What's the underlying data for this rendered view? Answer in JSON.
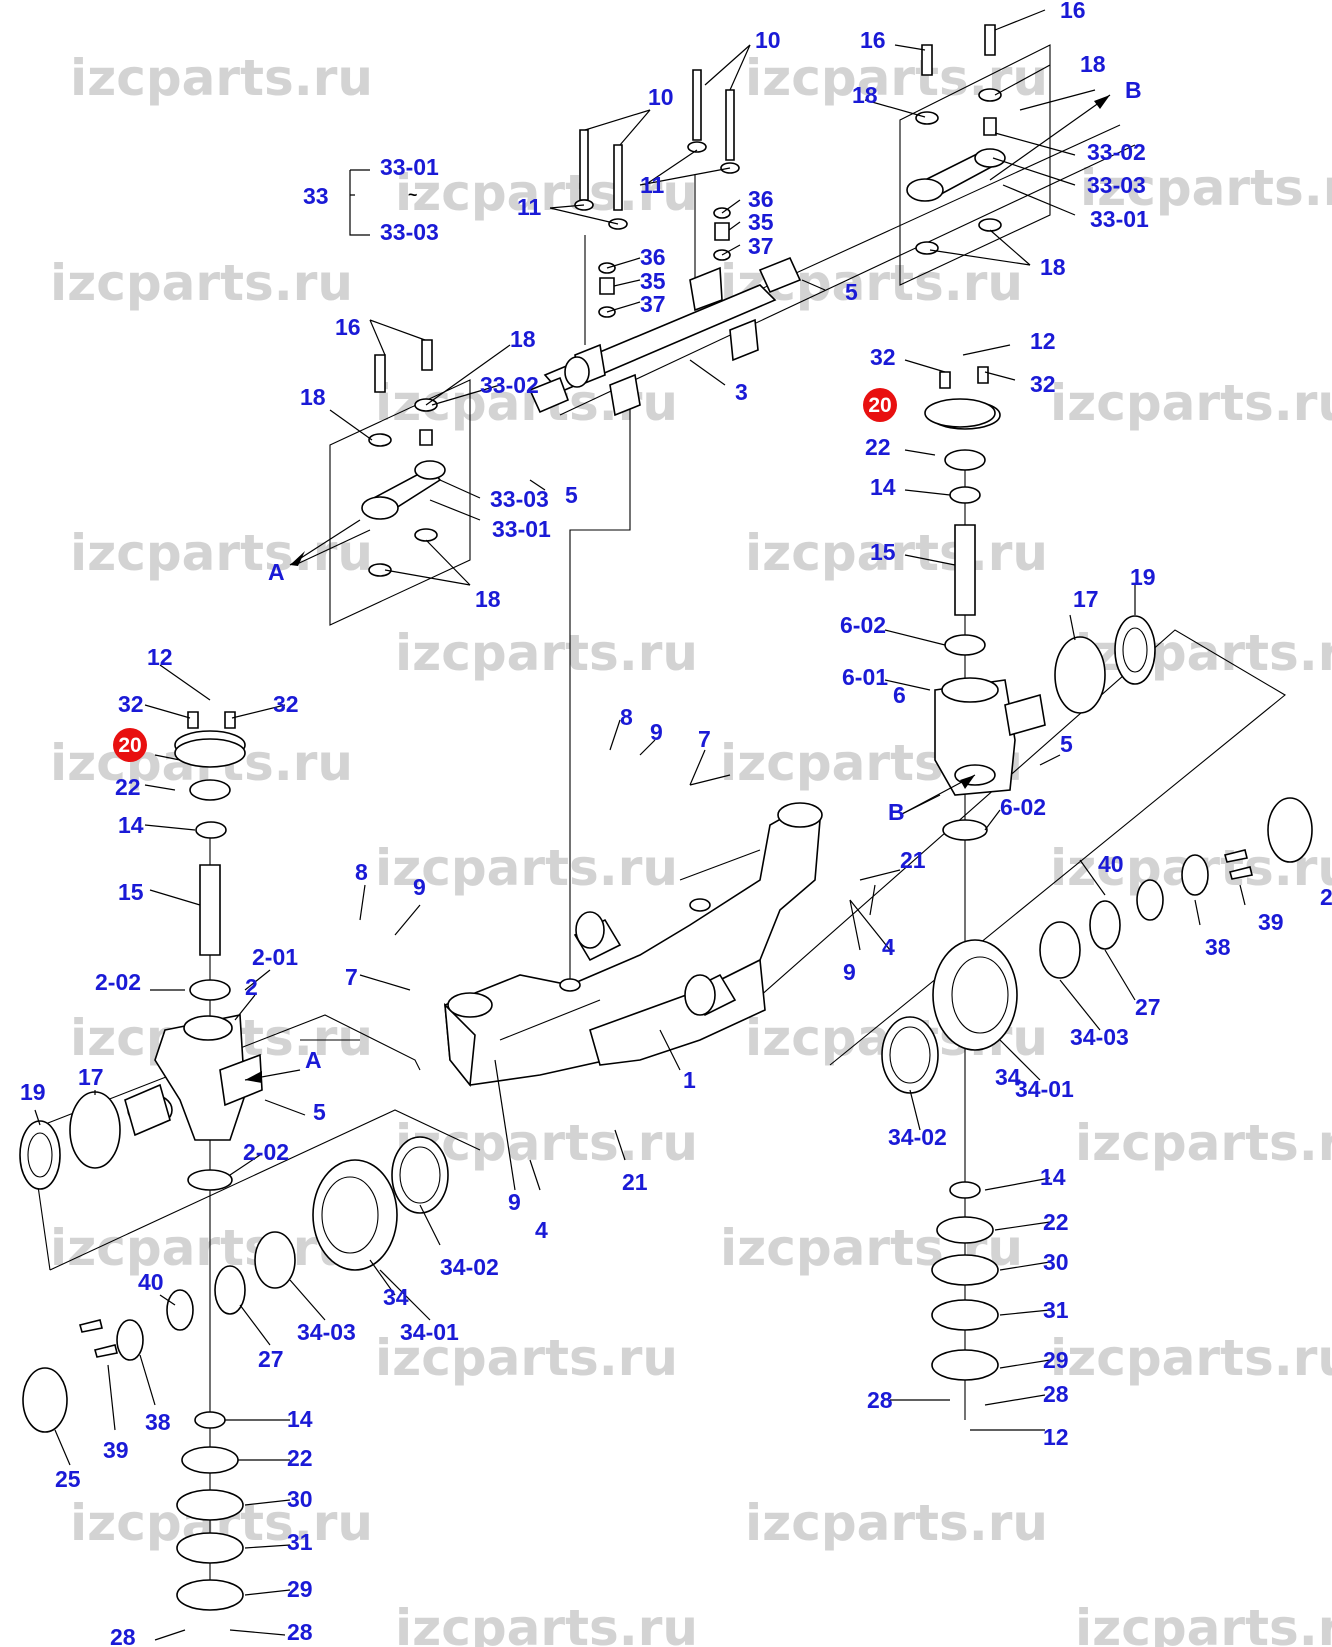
{
  "watermark": "izcparts.ru",
  "highlight_color": "#e81010",
  "label_color": "#1a1ad6",
  "parts": {
    "axle": "1",
    "knuckle_left": "2",
    "knuckle_left_cap": "2-01",
    "knuckle_left_bushing_top": "2-02",
    "knuckle_left_bushing_bottom": "2-02",
    "tie_rod": "3",
    "bolt_4_a": "4",
    "bolt_4_b": "4",
    "fitting_5_a": "5",
    "fitting_5_b": "5",
    "fitting_5_c": "5",
    "fitting_5_d": "5",
    "knuckle_right": "6",
    "knuckle_right_cap": "6-01",
    "knuckle_right_bushing_top": "6-02",
    "knuckle_right_bushing_bottom": "6-02",
    "bolt_7_a": "7",
    "bolt_7_b": "7",
    "bolt_8_a": "8",
    "bolt_8_b": "8",
    "washer_9_a": "9",
    "washer_9_b": "9",
    "washer_9_c": "9",
    "washer_9_d": "9",
    "bolt_10_a": "10",
    "bolt_10_b": "10",
    "washer_11_a": "11",
    "washer_11_b": "11",
    "fitting_12_a": "12",
    "fitting_12_b": "12",
    "fitting_12_c": "12",
    "fitting_12_d": "12",
    "bearing_14_a": "14",
    "bearing_14_b": "14",
    "bearing_14_c": "14",
    "bearing_14_d": "14",
    "kingpin_15_a": "15",
    "kingpin_15_b": "15",
    "pin_16_a": "16",
    "pin_16_b": "16",
    "pin_16_c": "16",
    "shim_17_a": "17",
    "shim_17_b": "17",
    "washer_18_a": "18",
    "washer_18_b": "18",
    "washer_18_c": "18",
    "washer_18_d": "18",
    "washer_18_e": "18",
    "washer_18_f": "18",
    "gear_19_a": "19",
    "gear_19_b": "19",
    "cover_20_a": "20",
    "cover_20_b": "20",
    "fitting_21_a": "21",
    "fitting_21_b": "21",
    "seal_22_a": "22",
    "seal_22_b": "22",
    "seal_22_c": "22",
    "seal_22_d": "22",
    "cap_25": "25",
    "cap_25_cut": "2",
    "gear_27_a": "27",
    "gear_27_b": "27",
    "bolt_28_a": "28",
    "bolt_28_b": "28",
    "bolt_28_c": "28",
    "bolt_28_d": "28",
    "cover_29_a": "29",
    "cover_29_b": "29",
    "shim_30_a": "30",
    "shim_30_b": "30",
    "seal_31_a": "31",
    "seal_31_b": "31",
    "bolt_32_a": "32",
    "bolt_32_b": "32",
    "bolt_32_c": "32",
    "bolt_32_d": "32",
    "link_33": "33",
    "link_33_01": "33-01",
    "link_33_tilde": "~",
    "link_33_03": "33-03",
    "link_left_33_02": "33-02",
    "link_left_33_03": "33-03",
    "link_left_33_01": "33-01",
    "link_right_33_02": "33-02",
    "link_right_33_03": "33-03",
    "link_right_33_01": "33-01",
    "hub_34_a": "34",
    "hub_34_b": "34",
    "hub_34_01_a": "34-01",
    "hub_34_01_b": "34-01",
    "race_34_02_a": "34-02",
    "race_34_02_b": "34-02",
    "race_34_03_a": "34-03",
    "race_34_03_b": "34-03",
    "spacer_35_a": "35",
    "spacer_35_b": "35",
    "washer_36_a": "36",
    "washer_36_b": "36",
    "washer_37_a": "37",
    "washer_37_b": "37",
    "retainer_38_a": "38",
    "retainer_38_b": "38",
    "bolt_39_a": "39",
    "bolt_39_b": "39",
    "nut_40_a": "40",
    "nut_40_b": "40",
    "view_a_1": "A",
    "view_a_2": "A",
    "view_b_1": "B",
    "view_b_2": "B"
  }
}
